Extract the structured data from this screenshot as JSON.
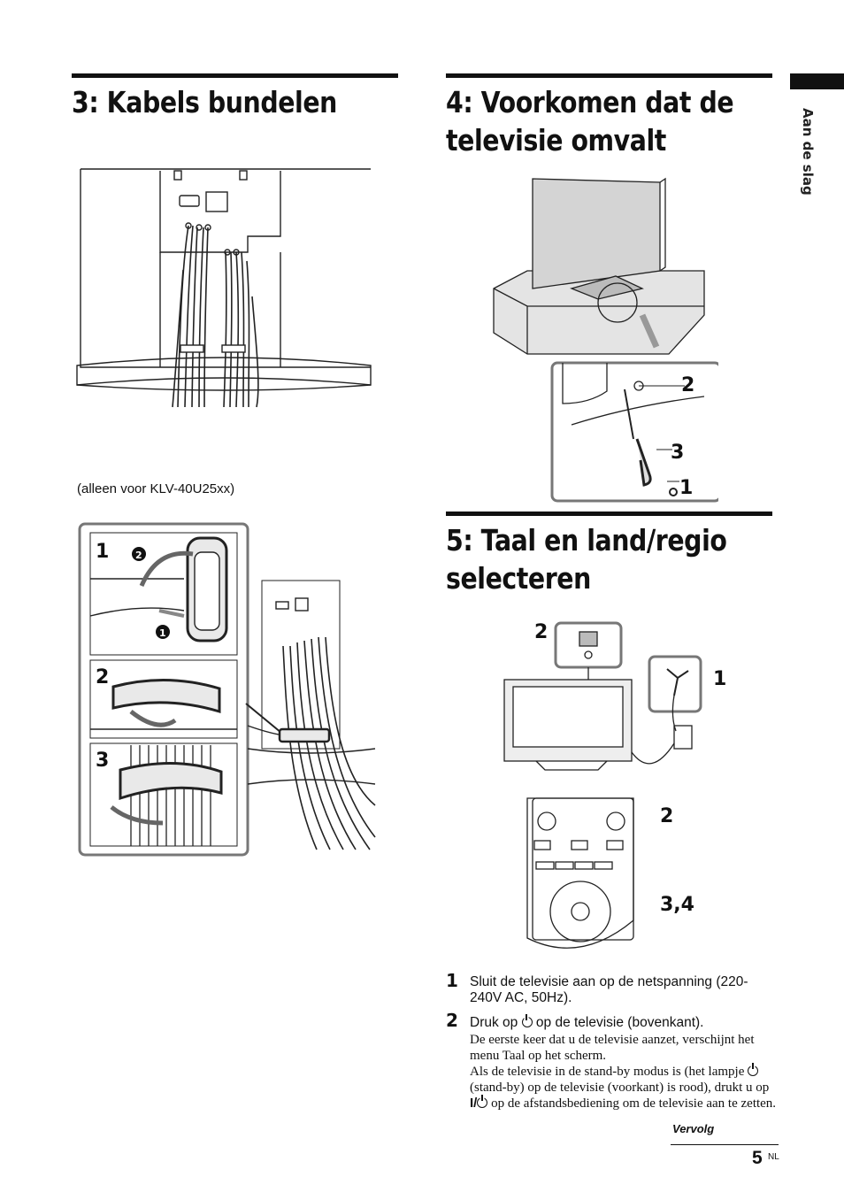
{
  "sidebar": {
    "label": "Aan de slag"
  },
  "sections": [
    {
      "title": "3: Kabels bundelen"
    },
    {
      "title": "4: Voorkomen dat de televisie omvalt"
    },
    {
      "title": "5: Taal en land/regio selecteren"
    }
  ],
  "figures": {
    "cable_caption": "(alleen voor KLV-40U25xx)",
    "clip_step_labels": [
      "1",
      "2",
      "3"
    ],
    "clip_sub_labels": [
      "2",
      "1"
    ],
    "stand_callouts": [
      "2",
      "3",
      "1"
    ],
    "setup_callouts": [
      "2",
      "1",
      "2",
      "3,4"
    ]
  },
  "steps": [
    {
      "num": "1",
      "title": "Sluit de televisie aan op de netspanning (220-240V AC, 50Hz)."
    },
    {
      "num": "2",
      "title_before": "Druk op",
      "title_after": "op de televisie (bovenkant).",
      "body_1": "De eerste keer dat u de televisie aanzet, verschijnt het menu Taal op het scherm.",
      "body_2a": "Als de televisie in de stand-by modus is (het lampje",
      "body_2b": "(stand-by) op de televisie (voorkant) is rood), drukt u op",
      "body_2c": "I/",
      "body_2d": "op de afstandsbediening om de televisie aan te zetten."
    }
  ],
  "footer": {
    "continue": "Vervolg",
    "page": "5",
    "suffix": "NL"
  },
  "icons": [
    "power-icon",
    "power-cord-icon",
    "remote-control-icon"
  ]
}
